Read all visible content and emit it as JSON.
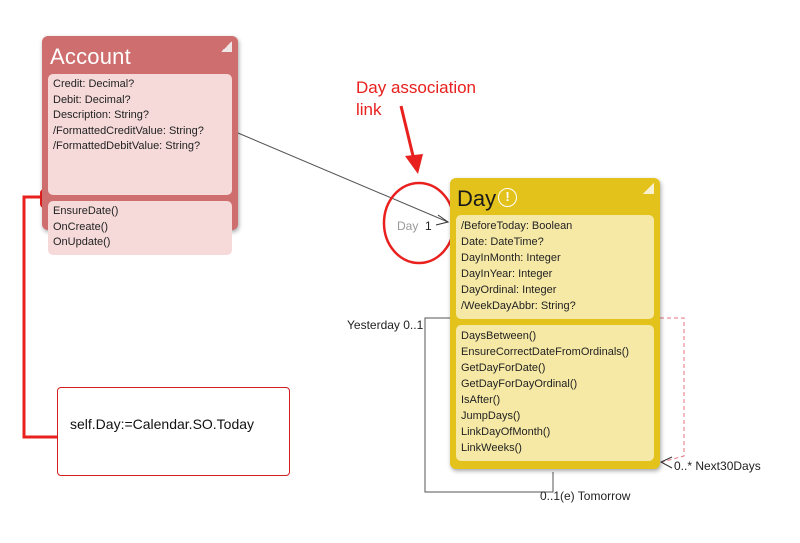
{
  "account": {
    "name": "Account",
    "attributes": [
      "Credit: Decimal?",
      "Debit: Decimal?",
      "Description: String?",
      "/FormattedCreditValue: String?",
      "/FormattedDebitValue: String?"
    ],
    "operations": [
      "EnsureDate()",
      "OnCreate()",
      "OnUpdate()"
    ]
  },
  "day": {
    "name": "Day",
    "warning_glyph": "!",
    "attributes": [
      "/BeforeToday: Boolean",
      "Date: DateTime?",
      "DayInMonth: Integer",
      "DayInYear: Integer",
      "DayOrdinal: Integer",
      "/WeekDayAbbr: String?"
    ],
    "operations": [
      "DaysBetween()",
      "EnsureCorrectDateFromOrdinals()",
      "GetDayForDate()",
      "GetDayForDayOrdinal()",
      "IsAfter()",
      "JumpDays()",
      "LinkDayOfMonth()",
      "LinkWeeks()"
    ]
  },
  "associations": {
    "day_role": "Day",
    "day_multiplicity": "1",
    "yesterday": "Yesterday 0..1",
    "next30days": "0..* Next30Days",
    "tomorrow": "0..1(e) Tomorrow"
  },
  "annotation": {
    "line1": "Day association",
    "line2": "link"
  },
  "code_note": "self.Day:=Calendar.SO.Today",
  "colors": {
    "account_header": "#cf6e6e",
    "account_panel": "#f6dada",
    "day_header": "#e2c21b",
    "day_panel": "#f6e9a6",
    "highlight_red": "#e8201e"
  }
}
